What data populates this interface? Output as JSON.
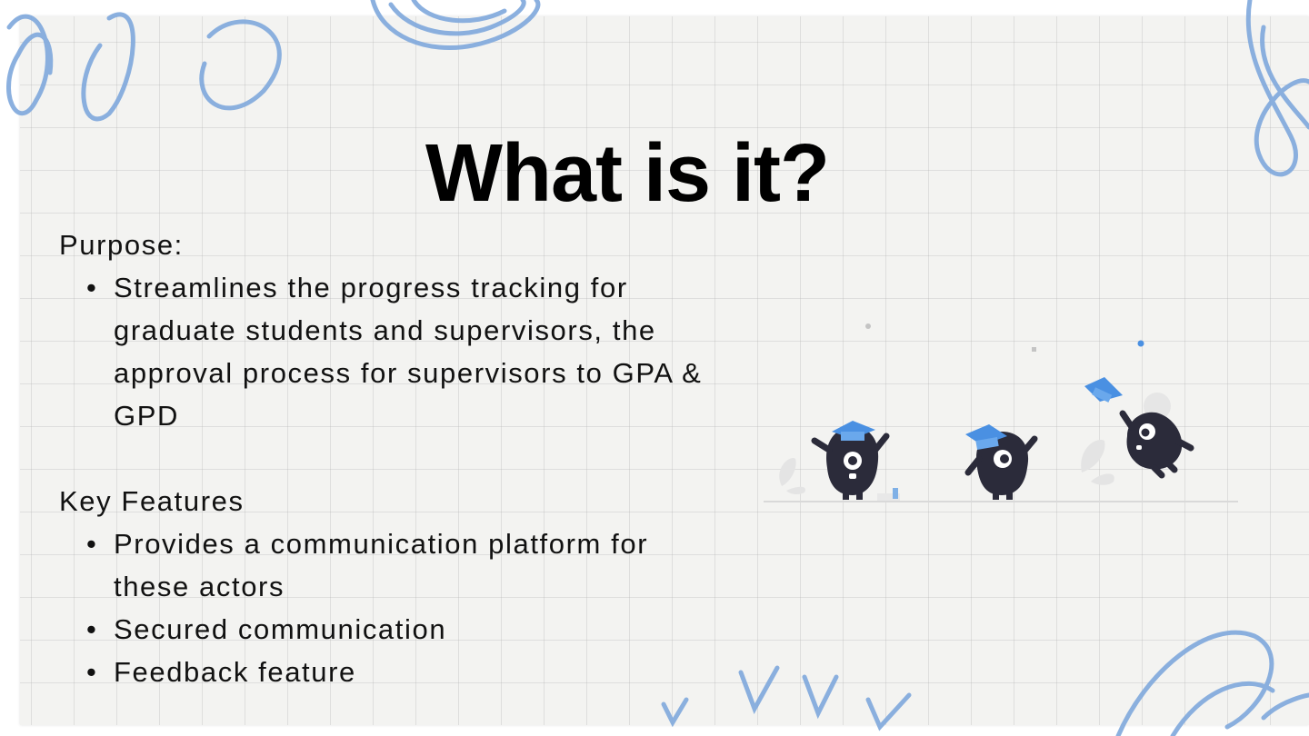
{
  "slide": {
    "title": "What is it?",
    "purpose_label": "Purpose:",
    "purpose_items": [
      " Streamlines the progress tracking for graduate students and supervisors, the approval process for supervisors to GPA & GPD"
    ],
    "features_label": "Key Features",
    "feature_items": [
      "Provides a communication platform for these actors",
      "Secured communication",
      "Feedback feature"
    ]
  },
  "colors": {
    "accent_blue": "#5b9bd5",
    "scribble_blue": "#7fa8dc",
    "character": "#2b2b3a"
  },
  "illustration": {
    "name": "graduation-characters-illustration"
  }
}
